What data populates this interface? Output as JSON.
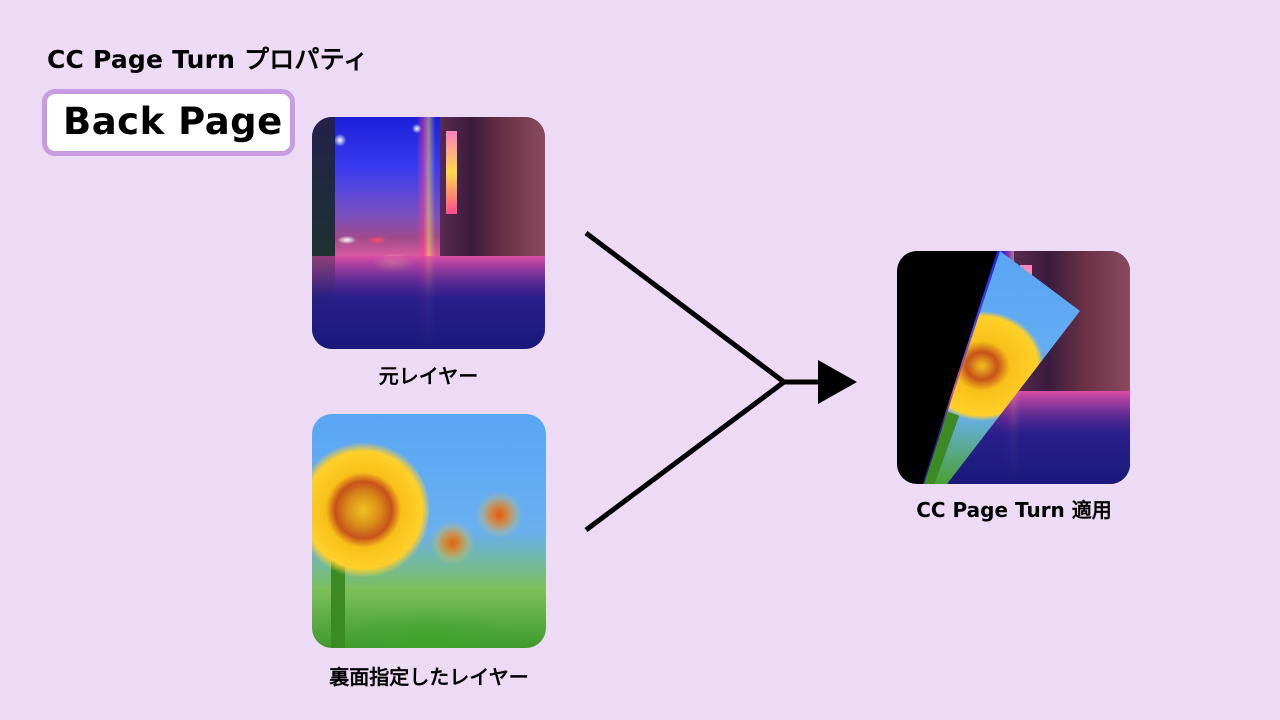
{
  "header": {
    "title": "CC Page Turn プロパティ",
    "badge_label": "Back Page"
  },
  "colors": {
    "background": "#eddaf5",
    "badge_border": "#c89ce0",
    "badge_fill": "#ffffff",
    "arrow": "#000000",
    "flap_sky": "#5aa6f5"
  },
  "inputs": [
    {
      "image": "night-city-street-photo",
      "label": "元レイヤー"
    },
    {
      "image": "sunflower-field-photo",
      "label": "裏面指定したレイヤー"
    }
  ],
  "output": {
    "image": "page-turn-result-photo",
    "label": "CC Page Turn 適用"
  },
  "connector": {
    "type": "merge-arrow",
    "icon": "arrow-right-icon"
  }
}
